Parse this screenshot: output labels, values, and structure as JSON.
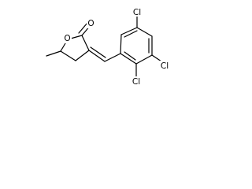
{
  "molecule": {
    "atoms": {
      "ring_oxygen": "O",
      "carbonyl_oxygen": "O",
      "chlorine_top": "Cl",
      "chlorine_right": "Cl",
      "chlorine_bottom": "Cl"
    }
  },
  "colors": {
    "bond": "#000000",
    "label": "#000000",
    "background": "#ffffff"
  }
}
